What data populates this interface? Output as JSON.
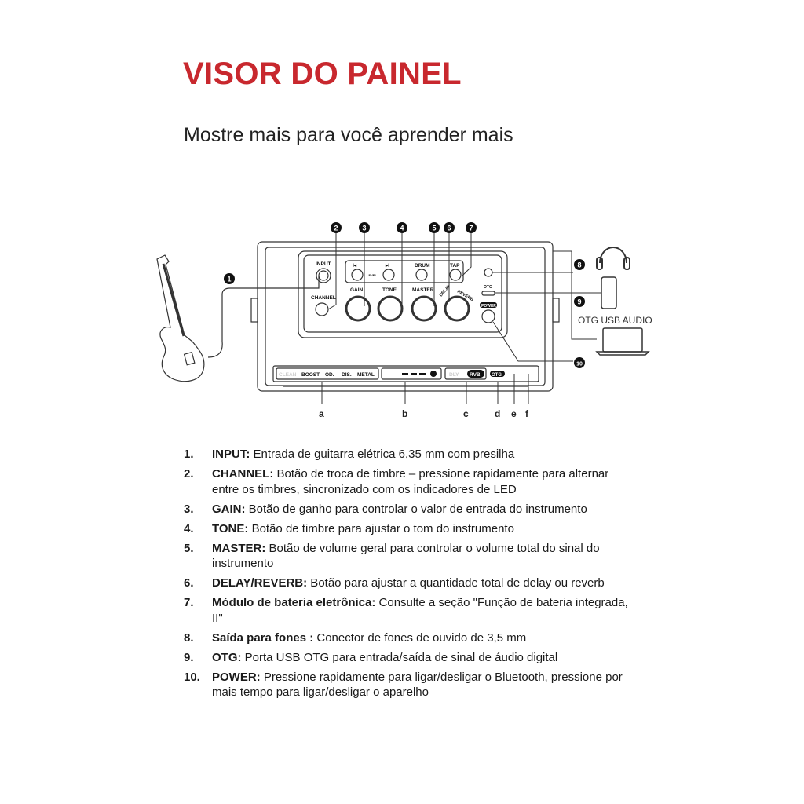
{
  "title": "VISOR DO PAINEL",
  "subtitle": "Mostre mais para você aprender mais",
  "diagram": {
    "panel_labels": {
      "input": "INPUT",
      "channel": "CHANNEL",
      "gain": "GAIN",
      "tone": "TONE",
      "master": "MASTER",
      "delay": "DELAY",
      "reverb": "REVERB",
      "prev": "I◂",
      "next": "▸I",
      "level": "LEVEL",
      "drum": "DRUM",
      "tap": "TAP",
      "otg": "OTG",
      "power": "POWER"
    },
    "led_labels": {
      "clean": "CLEAN",
      "boost": "BOOST",
      "od": "OD.",
      "dis": "DIS.",
      "metal": "METAL",
      "dly": "DLY",
      "rvb": "RVB",
      "otg": "OTG"
    },
    "callouts": [
      "1",
      "2",
      "3",
      "4",
      "5",
      "6",
      "7",
      "8",
      "9",
      "10"
    ],
    "letters": [
      "a",
      "b",
      "c",
      "d",
      "e",
      "f"
    ],
    "otg_usb_audio": "OTG USB AUDIO"
  },
  "items": [
    {
      "n": "1.",
      "label": "INPUT:",
      "text": " Entrada de guitarra elétrica 6,35 mm com presilha"
    },
    {
      "n": "2.",
      "label": "CHANNEL:",
      "text": " Botão de troca de timbre – pressione rapidamente para alternar entre os timbres, sincronizado com os indicadores de LED"
    },
    {
      "n": "3.",
      "label": "GAIN:",
      "text": " Botão de ganho para controlar o valor de entrada do instrumento"
    },
    {
      "n": "4.",
      "label": "TONE:",
      "text": " Botão de timbre para ajustar o tom do instrumento"
    },
    {
      "n": "5.",
      "label": "MASTER:",
      "text": " Botão de volume geral para controlar o volume total do sinal do instrumento"
    },
    {
      "n": "6.",
      "label": "DELAY/REVERB:",
      "text": " Botão para ajustar a quantidade total de delay ou reverb"
    },
    {
      "n": "7.",
      "label": "Módulo de bateria eletrônica:",
      "text": " Consulte a seção \"Função de bateria integrada, II\""
    },
    {
      "n": "8.",
      "label": "Saída para fones :",
      "text": " Conector de fones de ouvido de 3,5 mm"
    },
    {
      "n": "9.",
      "label": "OTG:",
      "text": " Porta USB OTG para entrada/saída de sinal de áudio digital"
    },
    {
      "n": "10.",
      "label": "POWER:",
      "text": " Pressione rapidamente para ligar/desligar o Bluetooth, pressione por mais tempo para ligar/desligar o aparelho"
    }
  ]
}
